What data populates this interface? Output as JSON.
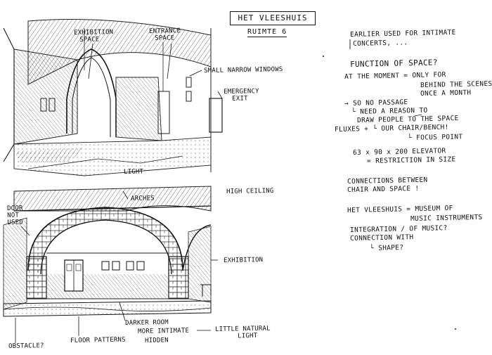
{
  "title": "HET VLEESHUIS",
  "subtitle": "RUIMTE 6",
  "sketch_top": {
    "labels": {
      "exhibition_space": [
        "EXHIBITION",
        "SPACE"
      ],
      "entrance_space": [
        "ENTRANCE",
        "SPACE"
      ],
      "small_windows": "SMALL NARROW WINDOWS",
      "emergency_exit": [
        "EMERGENCY",
        "EXIT"
      ],
      "light": "LIGHT"
    }
  },
  "sketch_bottom": {
    "labels": {
      "high_ceiling": "HIGH CEILING",
      "arches": "ARCHES",
      "door_not_used": [
        "DOOR",
        "NOT",
        "USED"
      ],
      "exhibition": "EXHIBITION",
      "darker_room": "DARKER ROOM",
      "more_intimate": "MORE INTIMATE",
      "hidden": "HIDDEN",
      "little_natural_light": [
        "LITTLE NATURAL",
        "LIGHT"
      ],
      "floor_patterns": "FLOOR PATTERNS",
      "obstacle": "OBSTACLE?"
    }
  },
  "notes": [
    "EARLIER USED FOR INTIMATE",
    "CONCERTS, ...",
    "FUNCTION OF SPACE?",
    "AT THE MOMENT = ONLY FOR",
    "BEHIND THE SCENES",
    "ONCE A MONTH",
    "→ SO NO PASSAGE",
    "└ NEED A REASON TO",
    "DRAW PEOPLE TO THE SPACE",
    "FLUXES + └ OUR CHAIR/BENCH!",
    "└ FOCUS POINT",
    "63 x 90 x 200  ELEVATOR",
    "= RESTRICTION IN SIZE",
    "CONNECTIONS BETWEEN",
    "CHAIR AND SPACE !",
    "HET VLEESHUIS = MUSEUM OF",
    "MUSIC INSTRUMENTS",
    "INTEGRATION / OF MUSIC?",
    "CONNECTION WITH",
    "└ SHAPE?"
  ]
}
